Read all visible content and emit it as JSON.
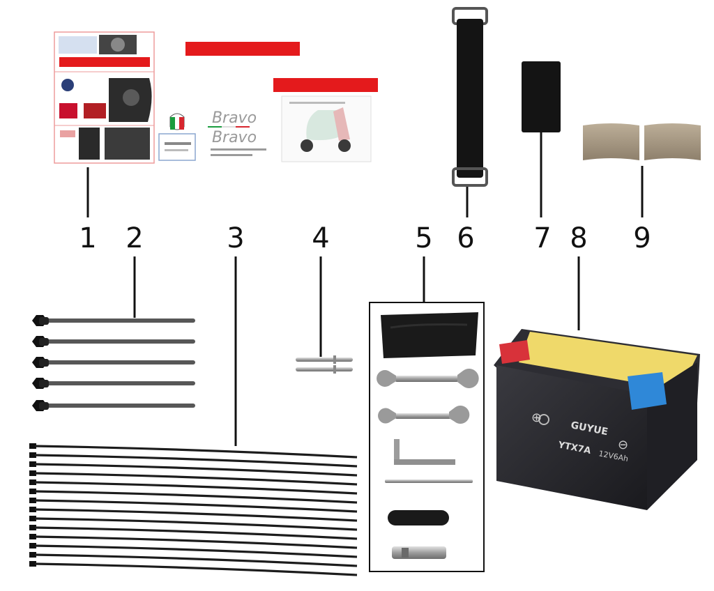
{
  "callouts": [
    "1",
    "2",
    "3",
    "4",
    "5",
    "6",
    "7",
    "8",
    "9"
  ],
  "documents": {
    "banner_top": "",
    "banner_mid": "",
    "banner_right": "",
    "brand_script": "Bravo",
    "battery_brand": "GUYUE",
    "battery_model": "YTX7A",
    "battery_spec": "12V6Ah"
  },
  "colors": {
    "red_banner": "#e41a1c",
    "battery_body": "#2a2a2e",
    "battery_top_label": "#efd96a",
    "terminal_positive": "#d8323a",
    "terminal_negative": "#2f88d8",
    "rubber_black": "#141414",
    "pad_brown": "#a89a86",
    "tool_metal": "#9a9a9a"
  }
}
